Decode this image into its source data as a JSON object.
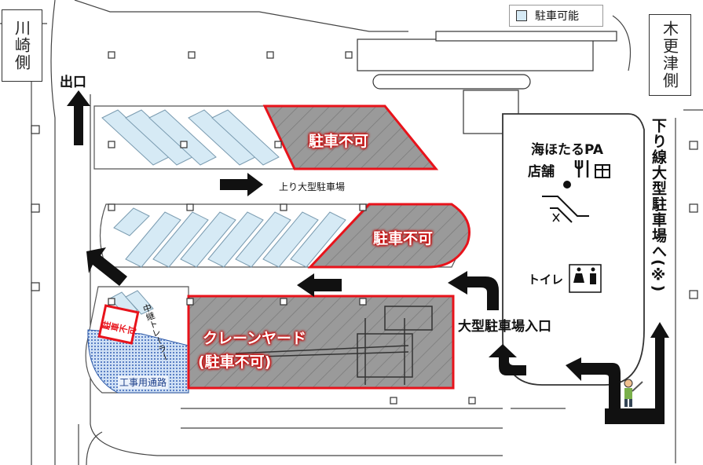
{
  "legend": {
    "label": "駐車可能",
    "swatch_color": "#d6eaf5"
  },
  "directions": {
    "left": "川崎側",
    "right": "木更津側"
  },
  "exit_label": "出口",
  "store": {
    "title": "海ほたるPA",
    "subtitle": "店舗",
    "toilet": "トイレ"
  },
  "down_lane_label": "下り線大型駐車場へ(※)",
  "up_lane_label": "上り大型駐車場",
  "entrance_label": "大型駐車場入口",
  "no_parking_label": "駐車不可",
  "crane_yard": {
    "line1": "クレーンヤード",
    "line2": "(駐車不可)"
  },
  "small_no_parking": "駐車不可",
  "construction_path": "工事用通路",
  "lane_text": "中継トレーラー",
  "colors": {
    "no_parking_fill": "#8f8f8f",
    "no_parking_border": "#e8131b",
    "parking_fill": "#d6eaf5",
    "arrow": "#111111"
  }
}
